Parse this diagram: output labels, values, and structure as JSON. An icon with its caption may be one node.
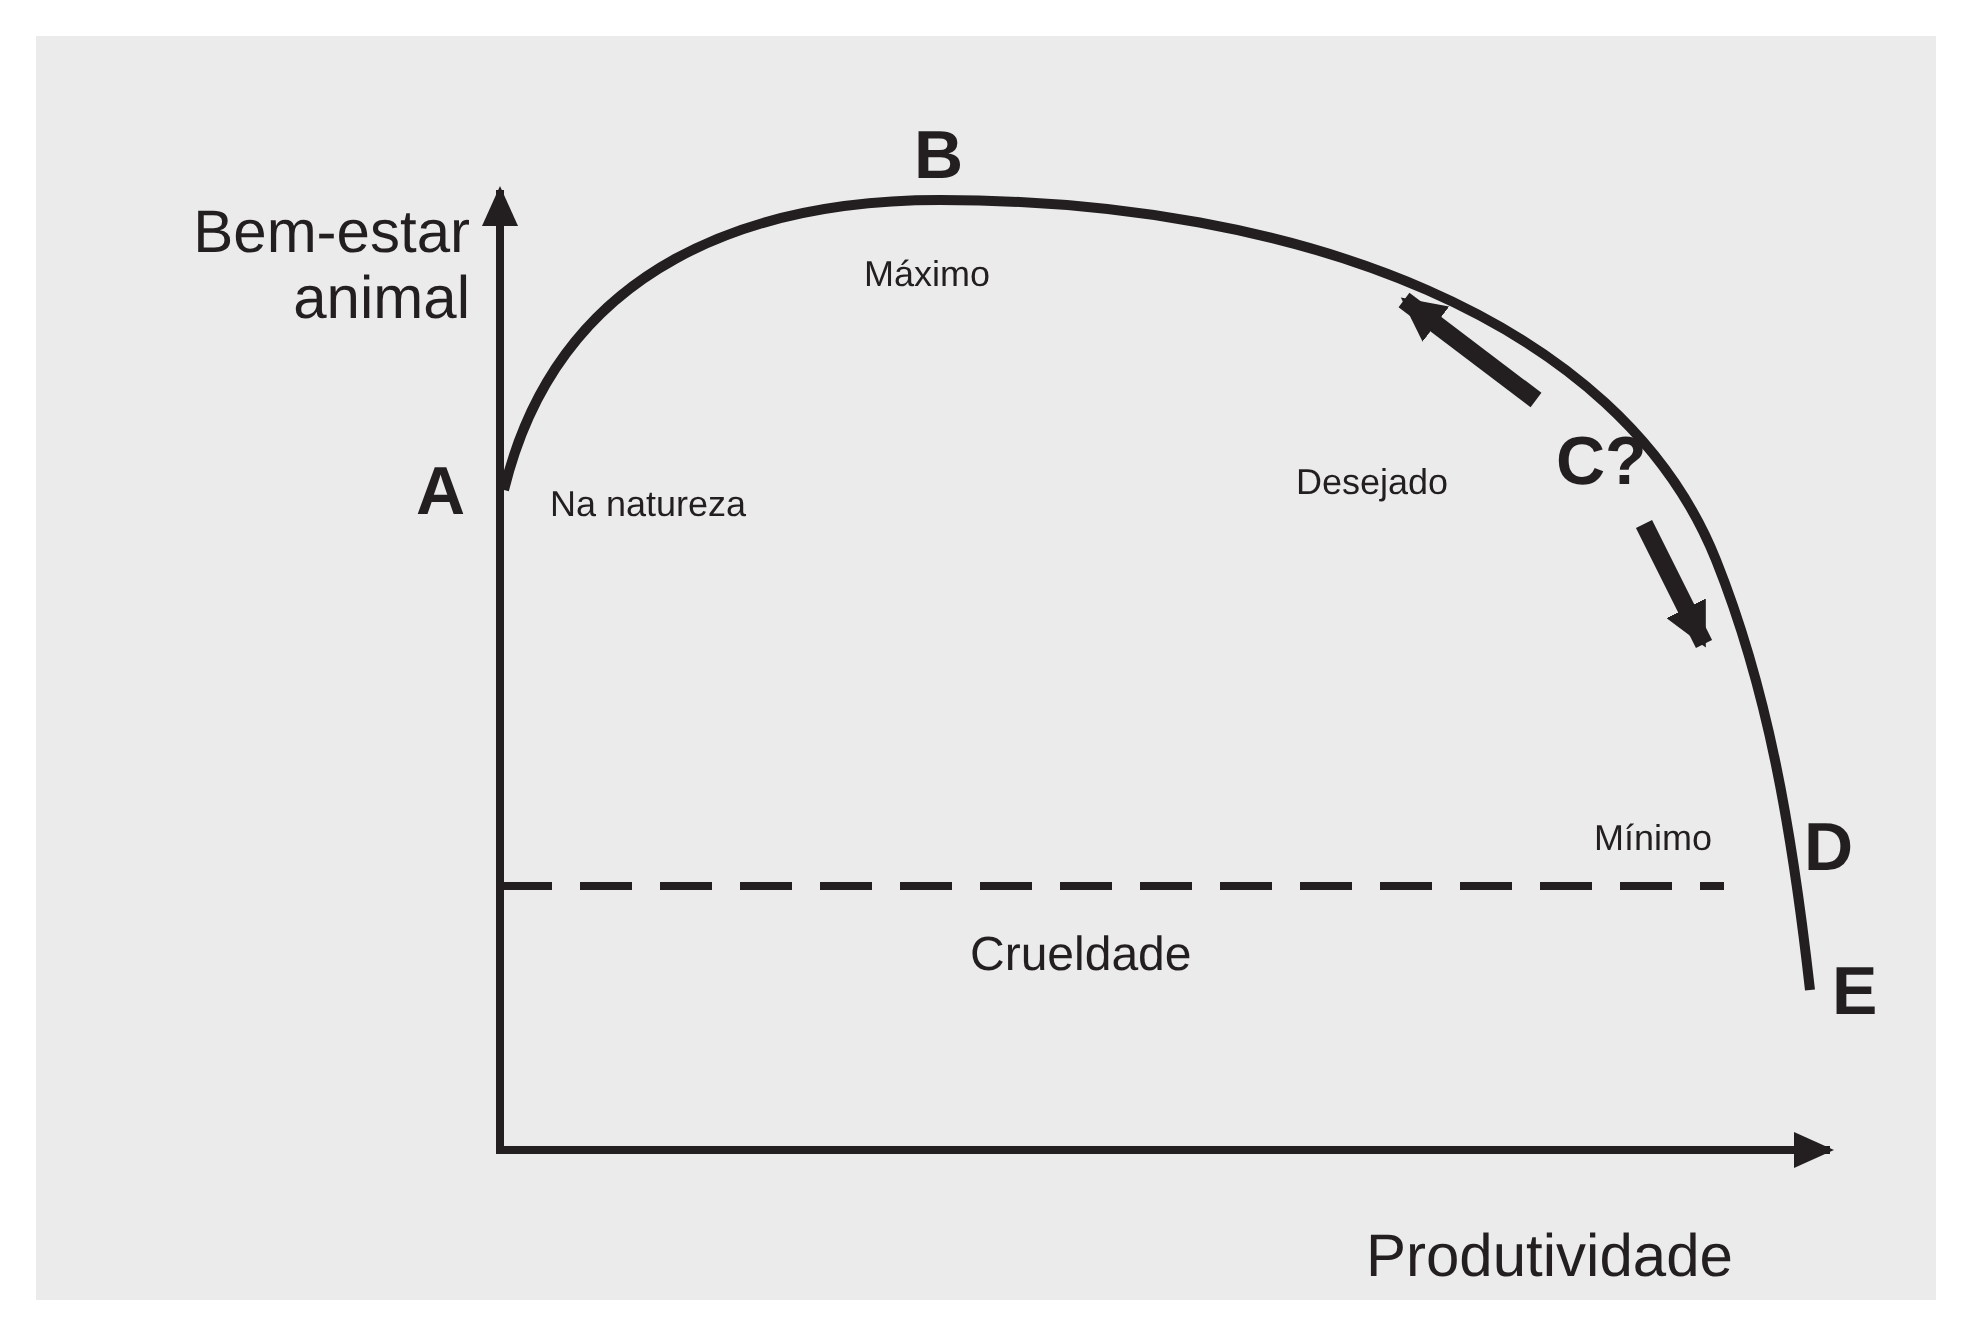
{
  "diagram": {
    "labels": [
      "Bem-estar animal",
      "B",
      "Máximo",
      "A",
      "Na natureza",
      "Desejado",
      "C?",
      "Mínimo",
      "D",
      "Crueldade",
      "E",
      "Produtividade"
    ]
  }
}
